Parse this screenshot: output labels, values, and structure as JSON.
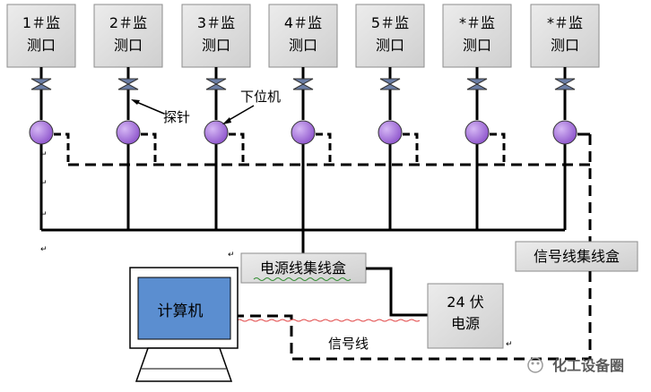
{
  "ports": [
    {
      "label_line1": "1＃监",
      "label_line2": "测口"
    },
    {
      "label_line1": "2＃监",
      "label_line2": "测口"
    },
    {
      "label_line1": "3＃监",
      "label_line2": "测口"
    },
    {
      "label_line1": "4＃监",
      "label_line2": "测口"
    },
    {
      "label_line1": "5＃监",
      "label_line2": "测口"
    },
    {
      "label_line1": "*＃监",
      "label_line2": "测口"
    },
    {
      "label_line1": "*＃监",
      "label_line2": "测口"
    }
  ],
  "annotations": {
    "probe": "探针",
    "lower_computer": "下位机",
    "signal_line": "信号线"
  },
  "boxes": {
    "power_junction": "电源线集线盒",
    "signal_junction": "信号线集线盒",
    "power_supply_line1": "24 伏",
    "power_supply_line2": "电源",
    "computer": "计算机"
  },
  "paragraph_mark": "↵",
  "watermark": "化工设备圈",
  "colors": {
    "box_fill": "#d9d9d9",
    "box_border": "#8c8c8c",
    "node_fill": "#9b66d6",
    "valve_fill": "#6b7ea6",
    "screen_fill": "#5b8ed0",
    "wavy_underline": "#2e8b2e",
    "red_wavy": "#e04040"
  }
}
